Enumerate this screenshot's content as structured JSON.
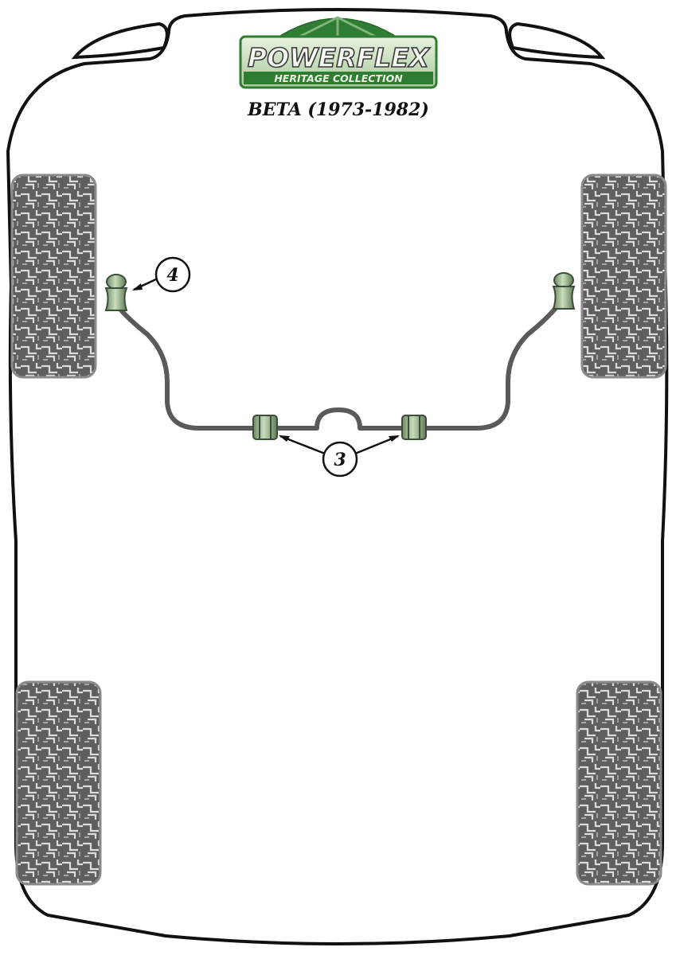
{
  "logo": {
    "brand": "POWERFLEX",
    "subline": "HERITAGE COLLECTION"
  },
  "model_title": "BETA (1973-1982)",
  "callouts": {
    "anti_roll_bar_drop_link_bush": "4",
    "anti_roll_bar_mount_bush": "3"
  },
  "colors": {
    "body_outline": "#111111",
    "tyre_fill": "#5f5f5f",
    "tyre_tread": "#d9d9d9",
    "bar": "#5a5a5a",
    "bush_green": "#8aa07a",
    "bush_dark": "#3a4e3a",
    "logo_green": "#2e7d32",
    "logo_light": "#b9d8a6"
  }
}
